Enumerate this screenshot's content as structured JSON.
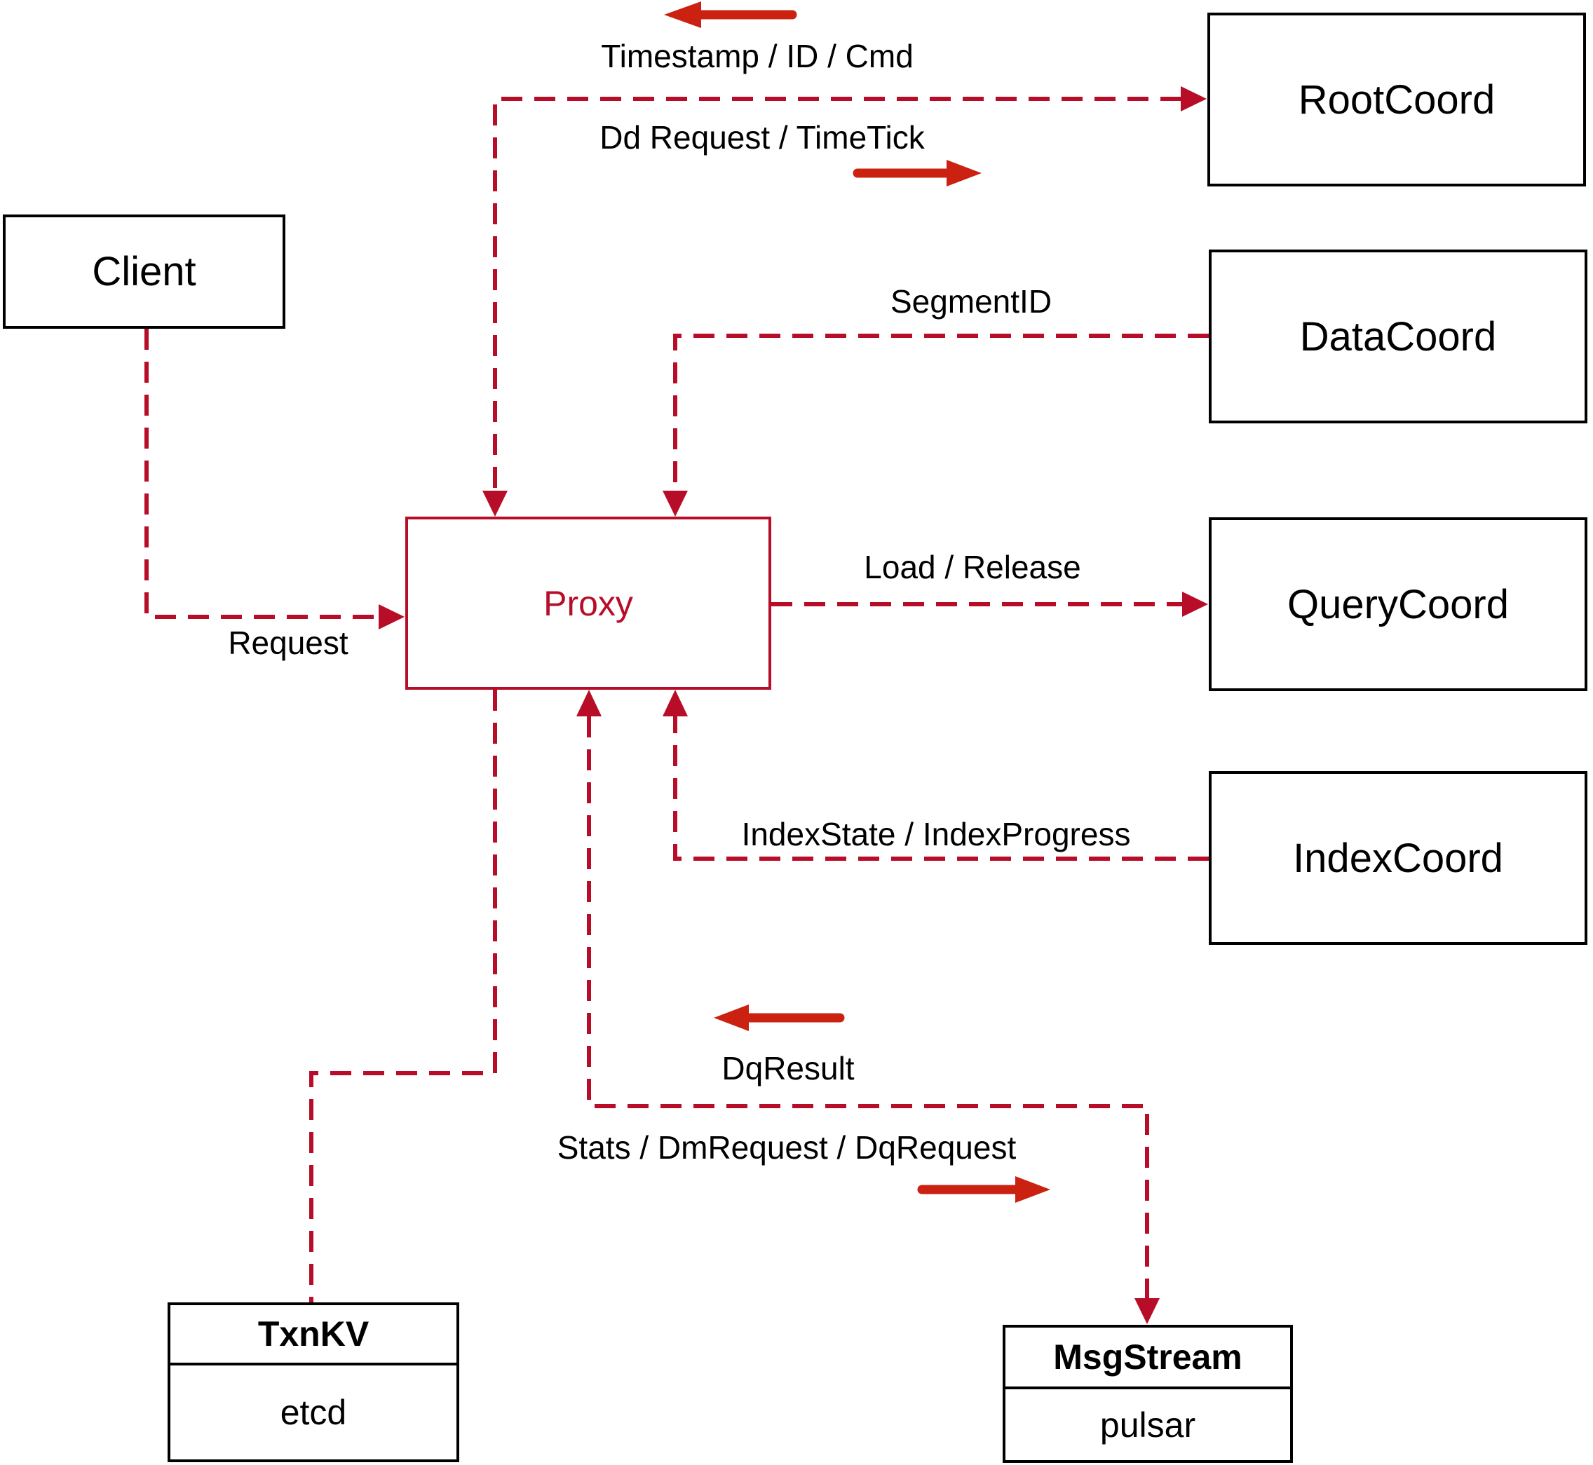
{
  "colors": {
    "line_red": "#b80d28",
    "arrow_red": "#cb2110",
    "box_border": "#000000",
    "text": "#000000",
    "background": "#ffffff"
  },
  "nodes": {
    "client": {
      "label": "Client"
    },
    "root_coord": {
      "label": "RootCoord"
    },
    "data_coord": {
      "label": "DataCoord"
    },
    "query_coord": {
      "label": "QueryCoord"
    },
    "index_coord": {
      "label": "IndexCoord"
    },
    "proxy": {
      "label": "Proxy"
    },
    "txn_kv": {
      "title": "TxnKV",
      "impl": "etcd"
    },
    "msg_stream": {
      "title": "MsgStream",
      "impl": "pulsar"
    }
  },
  "edge_labels": {
    "timestamp_id_cmd": "Timestamp / ID / Cmd",
    "dd_request_timetick": "Dd Request / TimeTick",
    "segment_id": "SegmentID",
    "load_release": "Load / Release",
    "index_state_progress": "IndexState / IndexProgress",
    "request": "Request",
    "dq_result": "DqResult",
    "stats_dm_dq": "Stats / DmRequest / DqRequest"
  },
  "edges": [
    {
      "from": "Proxy",
      "to": "RootCoord",
      "style": "dashed",
      "arrows": "both",
      "labels": [
        "timestamp_id_cmd",
        "dd_request_timetick"
      ]
    },
    {
      "from": "DataCoord",
      "to": "Proxy",
      "style": "dashed",
      "arrows": "to",
      "labels": [
        "segment_id"
      ]
    },
    {
      "from": "Client",
      "to": "Proxy",
      "style": "dashed",
      "arrows": "to",
      "labels": [
        "request"
      ]
    },
    {
      "from": "Proxy",
      "to": "QueryCoord",
      "style": "dashed",
      "arrows": "to",
      "labels": [
        "load_release"
      ]
    },
    {
      "from": "IndexCoord",
      "to": "Proxy",
      "style": "dashed",
      "arrows": "to",
      "labels": [
        "index_state_progress"
      ]
    },
    {
      "from": "Proxy",
      "to": "TxnKV",
      "style": "dashed",
      "arrows": "none",
      "labels": []
    },
    {
      "from": "Proxy",
      "to": "MsgStream",
      "style": "dashed",
      "arrows": "both",
      "labels": [
        "dq_result",
        "stats_dm_dq"
      ]
    }
  ]
}
